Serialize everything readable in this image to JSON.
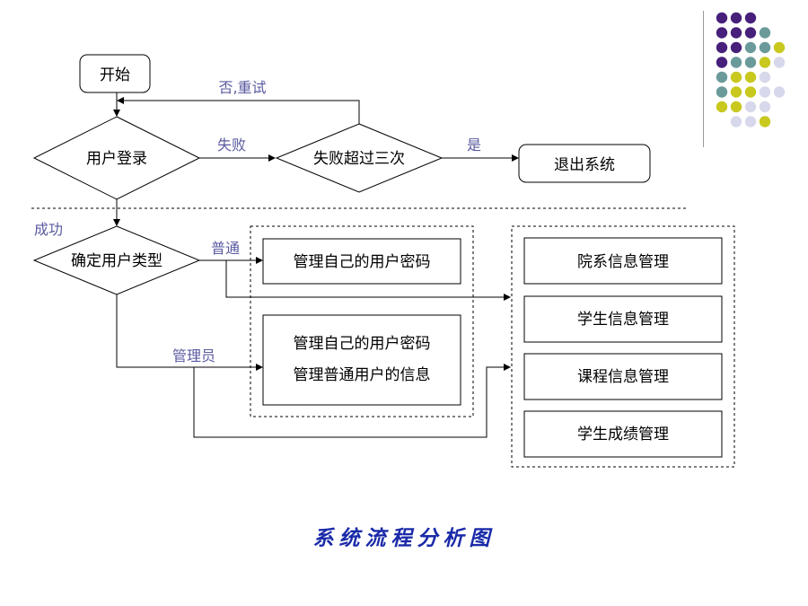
{
  "nodes": {
    "start": "开始",
    "login": "用户登录",
    "fail_check": "失败超过三次",
    "exit": "退出系统",
    "type_check": "确定用户类型",
    "normal_task": "管理自己的用户密码",
    "admin_task_line1": "管理自己的用户密码",
    "admin_task_line2": "管理普通用户的信息",
    "modules": [
      "院系信息管理",
      "学生信息管理",
      "课程信息管理",
      "学生成绩管理"
    ]
  },
  "edges": {
    "retry": "否,重试",
    "fail": "失败",
    "yes": "是",
    "success": "成功",
    "normal": "普通",
    "admin": "管理员"
  },
  "caption": "系统流程分析图",
  "colors": {
    "purple": "#46207a",
    "teal": "#6a9a9a",
    "yellow": "#c8c81e",
    "lavender": "#d8d8ec",
    "caption": "#1a2aa8",
    "edge_label": "#5a5aa0"
  },
  "decoration_dots": [
    [
      "purple",
      "purple",
      "purple"
    ],
    [
      "purple",
      "purple",
      "purple",
      "teal"
    ],
    [
      "purple",
      "purple",
      "teal",
      "teal",
      "yellow"
    ],
    [
      "purple",
      "teal",
      "teal",
      "yellow",
      "lavender"
    ],
    [
      "teal",
      "yellow",
      "yellow",
      "lavender"
    ],
    [
      "teal",
      "yellow",
      "yellow",
      "lavender",
      "lavender"
    ],
    [
      "yellow",
      "yellow",
      "lavender",
      "lavender"
    ],
    [
      "lavender",
      "lavender",
      "yellow"
    ]
  ]
}
